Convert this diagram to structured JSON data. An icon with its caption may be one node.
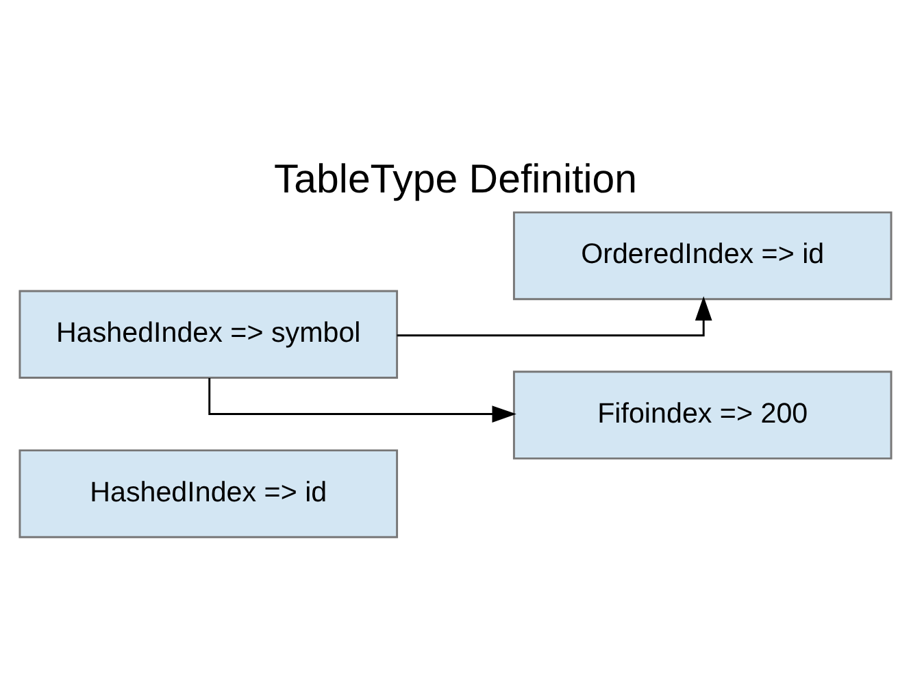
{
  "diagram": {
    "title": "TableType Definition",
    "nodes": [
      {
        "text": [
          "HashedIndex => id"
        ]
      },
      {
        "text": [
          "HashedIndex => symbol"
        ]
      },
      {
        "text": [
          "OrderedIndex => id"
        ]
      },
      {
        "text": [
          "Fifoindex => 200"
        ]
      }
    ],
    "edges": [
      {
        "from": 1,
        "to": 2,
        "arrow": "to"
      },
      {
        "from": 1,
        "to": 3,
        "arrow": "to"
      }
    ]
  }
}
